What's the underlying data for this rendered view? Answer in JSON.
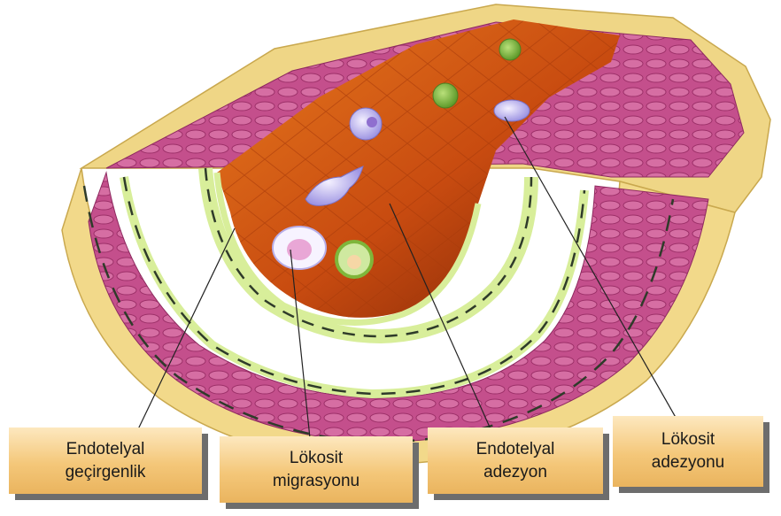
{
  "labels": [
    {
      "id": "endothelial-permeability",
      "line1": "Endotelyal",
      "line2": "geçirgenlik"
    },
    {
      "id": "leukocyte-migration",
      "line1": "Lökosit",
      "line2": "migrasyonu"
    },
    {
      "id": "endothelial-adhesion",
      "line1": "Endotelyal",
      "line2": "adezyon"
    },
    {
      "id": "leukocyte-adhesion",
      "line1": "Lökosit",
      "line2": "adezyonu"
    }
  ],
  "colors": {
    "adventitia": "#f2d98a",
    "media": "#c8508f",
    "elastic_lamina": "#d8ee9a",
    "lumen": "#d2560f",
    "label_box": "#f4c779",
    "leukocyte_purple": "#b9b3ef",
    "leukocyte_green": "#7fb63a"
  }
}
